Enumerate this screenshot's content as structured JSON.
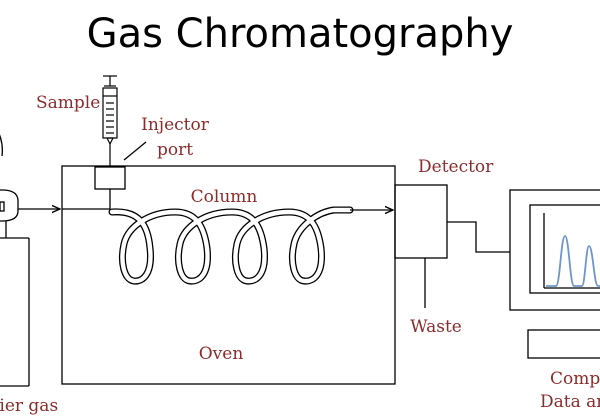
{
  "title": "Gas Chromatography",
  "labels": {
    "sample": "Sample",
    "injector_line1": "Injector",
    "injector_line2": "port",
    "column": "Column",
    "detector": "Detector",
    "waste": "Waste",
    "oven": "Oven",
    "carrier_gas": "Carrier gas",
    "computer_line1": "Computer",
    "computer_line2": "Data analysis"
  },
  "colors": {
    "label": "#8b2b2b",
    "chromatogram": "#6f95c8"
  },
  "icons": [
    "syringe-icon",
    "computer-monitor-icon",
    "gas-cylinder-icon"
  ]
}
